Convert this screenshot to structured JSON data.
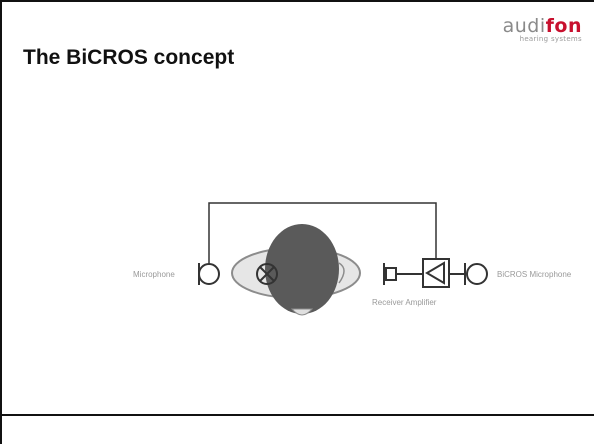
{
  "slide": {
    "title": "The BiCROS concept"
  },
  "logo": {
    "brand_part1": "audi",
    "brand_part2": "fon",
    "tagline": "hearing systems",
    "brand_color": "#c8102e",
    "text_color": "#8a8a8a"
  },
  "diagram": {
    "labels": {
      "microphone": "Microphone",
      "receiver_amplifier": "Receiver Amplifier",
      "bicros_microphone": "BiCROS Microphone"
    },
    "icons": [
      "microphone-icon",
      "head-icon",
      "crossed-circle-icon",
      "receiver-icon",
      "amplifier-icon",
      "microphone-icon"
    ]
  }
}
